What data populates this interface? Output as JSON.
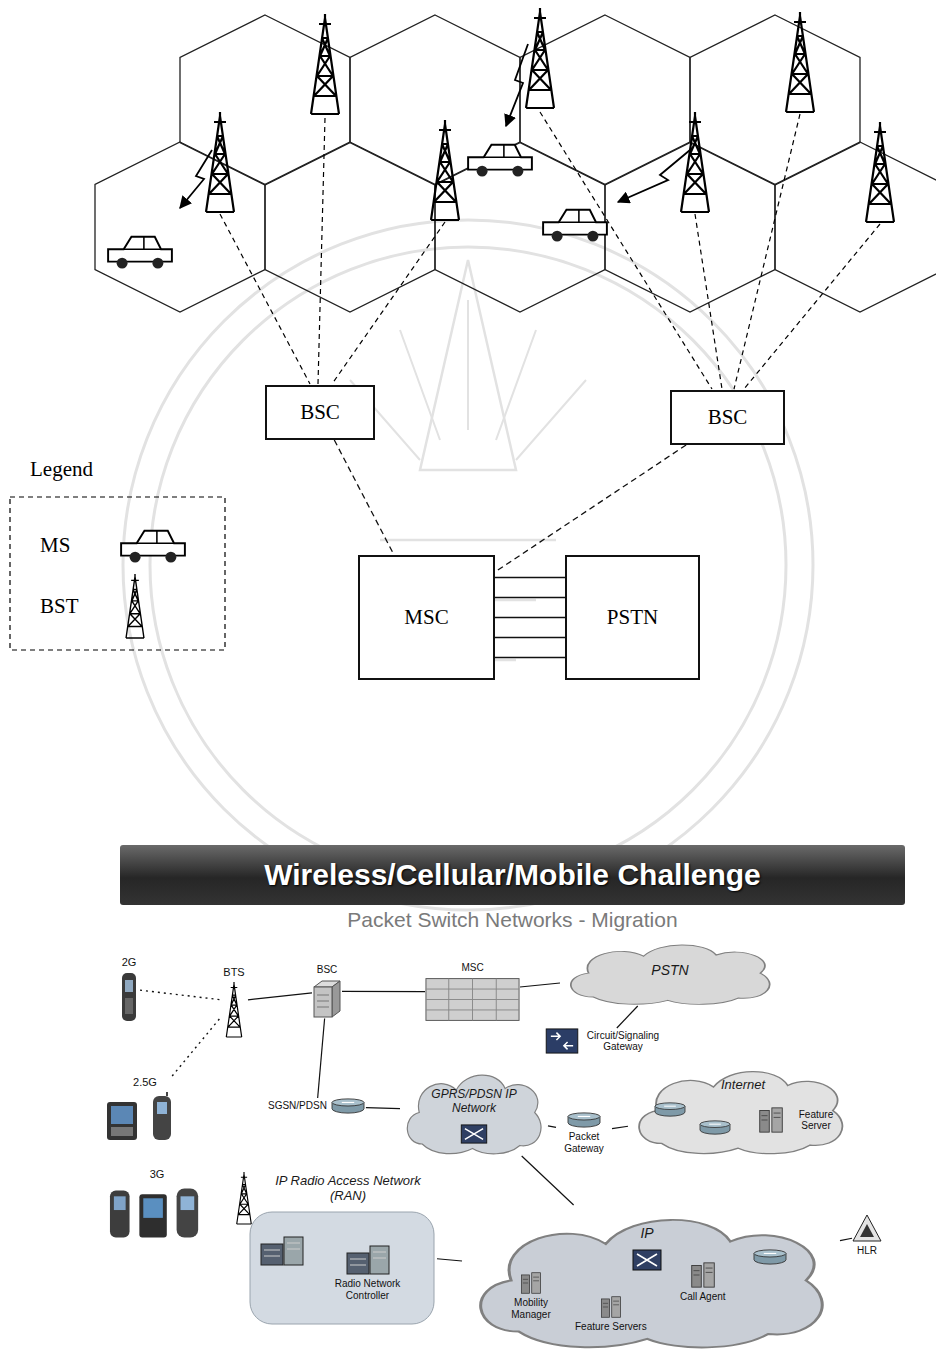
{
  "diagram": {
    "nodes": [
      {
        "text": [
          "BSC"
        ]
      },
      {
        "text": [
          "BSC"
        ]
      },
      {
        "text": [
          "MSC"
        ]
      },
      {
        "text": [
          "PSTN"
        ]
      },
      {
        "text": [
          "Wireless/Cellular/Mobile Challenge",
          "Packet Switch Networks - Migration"
        ]
      },
      {
        "text": [
          "2G"
        ]
      },
      {
        "text": [
          "2.5G"
        ]
      },
      {
        "text": [
          "BTS"
        ]
      },
      {
        "text": [
          "BSC"
        ]
      },
      {
        "text": [
          "MSC"
        ]
      },
      {
        "text": [
          "PSTN"
        ]
      },
      {
        "text": [
          "GPRS/PDSN IP Network"
        ]
      },
      {
        "text": [
          "SGSN/PDSN"
        ]
      },
      {
        "text": [
          "Circuit/Signaling Gateway"
        ]
      },
      {
        "text": [
          "Internet"
        ]
      },
      {
        "text": [
          "Packet Gateway"
        ]
      },
      {
        "text": [
          "Feature Server"
        ],
        "in": 14
      },
      {
        "text": [
          "3G"
        ]
      },
      {
        "text": [
          "IP Radio Access Network (RAN)"
        ]
      },
      {
        "text": [
          "Radio Network Controller"
        ],
        "in": 18
      },
      {
        "text": [
          "IP"
        ]
      },
      {
        "text": [
          "Mobility Manager"
        ],
        "in": 20
      },
      {
        "text": [
          "Call Agent"
        ],
        "in": 20
      },
      {
        "text": [
          "Feature Servers"
        ],
        "in": 20
      },
      {
        "text": [
          "HLR"
        ]
      }
    ],
    "edges": [
      {
        "from": 0,
        "to": 2,
        "arrow": "none"
      },
      {
        "from": 1,
        "to": 2,
        "arrow": "none"
      },
      {
        "from": 2,
        "to": 3,
        "arrow": "none"
      },
      {
        "from": 5,
        "to": 7,
        "arrow": "none"
      },
      {
        "from": 6,
        "to": 7,
        "arrow": "none"
      },
      {
        "from": 7,
        "to": 8,
        "arrow": "none"
      },
      {
        "from": 8,
        "to": 9,
        "arrow": "none"
      },
      {
        "from": 9,
        "to": 10,
        "arrow": "none"
      },
      {
        "from": 8,
        "to": 12,
        "arrow": "none"
      },
      {
        "from": 13,
        "to": 10,
        "arrow": "none"
      },
      {
        "from": 12,
        "to": 11,
        "arrow": "none"
      },
      {
        "from": 11,
        "to": 15,
        "arrow": "none"
      },
      {
        "from": 15,
        "to": 14,
        "arrow": "none"
      },
      {
        "from": 11,
        "to": 20,
        "arrow": "none"
      },
      {
        "from": 18,
        "to": 20,
        "arrow": "none"
      },
      {
        "from": 20,
        "to": 24,
        "arrow": "none"
      }
    ],
    "labels": [
      "Legend"
    ],
    "legend": [
      {
        "text": "MS"
      },
      {
        "text": "BST"
      }
    ]
  }
}
